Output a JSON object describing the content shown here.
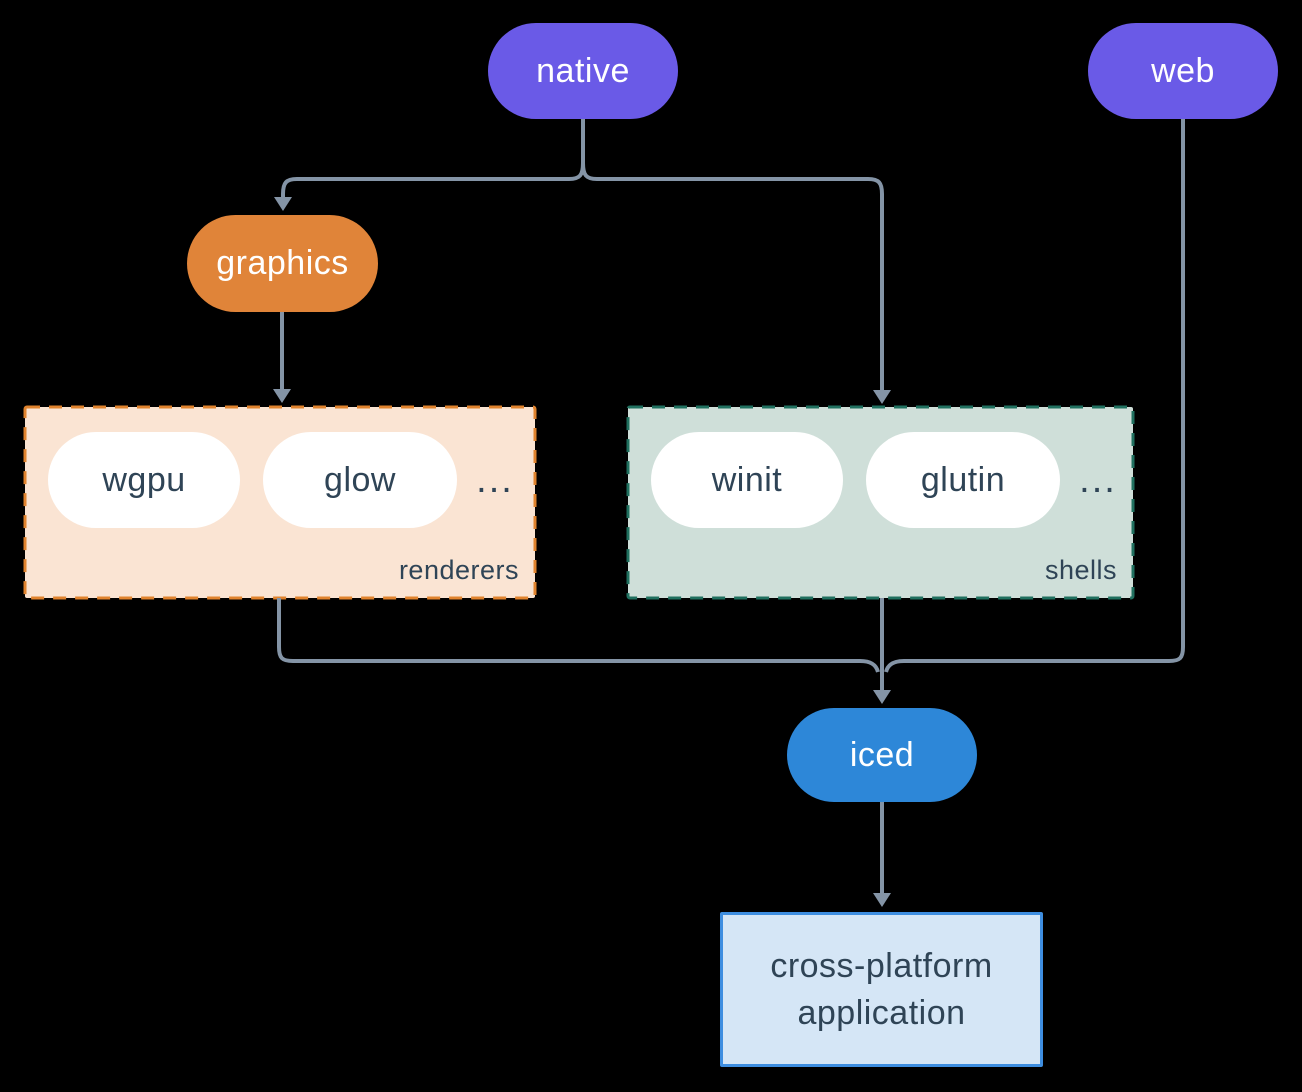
{
  "diagram_type": "flowchart",
  "colors": {
    "background": "#000000",
    "node_purple": "#6a5ae7",
    "node_orange": "#e08439",
    "node_blue": "#2d87d8",
    "node_white": "#ffffff",
    "renderers_fill": "#fae4d3",
    "renderers_border": "#e0832e",
    "shells_fill": "#cfdfd9",
    "shells_border": "#20705f",
    "app_fill": "#d5e6f6",
    "app_border": "#3e8ee0",
    "edge_gray": "#8494a6",
    "text_light": "#ffffff",
    "text_dark": "#2f4456"
  },
  "nodes": {
    "native": {
      "label": "native"
    },
    "web": {
      "label": "web"
    },
    "graphics": {
      "label": "graphics"
    },
    "iced": {
      "label": "iced"
    },
    "application": {
      "line1": "cross-platform",
      "line2": "application"
    }
  },
  "groups": {
    "renderers": {
      "label": "renderers",
      "items": [
        "wgpu",
        "glow"
      ],
      "ellipsis": "..."
    },
    "shells": {
      "label": "shells",
      "items": [
        "winit",
        "glutin"
      ],
      "ellipsis": "..."
    }
  },
  "edges": [
    {
      "from": "native",
      "to": "graphics"
    },
    {
      "from": "native",
      "to": "shells"
    },
    {
      "from": "graphics",
      "to": "renderers"
    },
    {
      "from": "renderers",
      "to": "iced"
    },
    {
      "from": "shells",
      "to": "iced"
    },
    {
      "from": "web",
      "to": "iced"
    },
    {
      "from": "iced",
      "to": "application"
    }
  ]
}
